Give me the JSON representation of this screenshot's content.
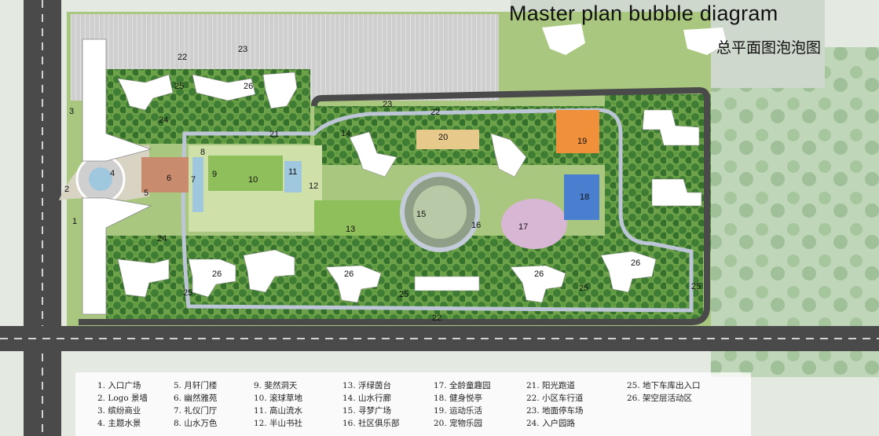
{
  "title_en": "Master plan bubble diagram",
  "title_zh": "总平面图泡泡图",
  "legend_columns": [
    [
      "1. 入口广场",
      "2. Logo 景墙",
      "3. 缤纷商业",
      "4. 主题水景"
    ],
    [
      "5. 月轩门楼",
      "6. 幽然雅苑",
      "7. 礼仪门厅",
      "8. 山水万色"
    ],
    [
      "9. 斐然洞天",
      "10. 滚球草地",
      "11. 高山流水",
      "12. 半山书社"
    ],
    [
      "13. 浮绿茵台",
      "14. 山水行廊",
      "15. 寻梦广场",
      "16. 社区俱乐部"
    ],
    [
      "17. 全龄童趣园",
      "18. 健身悦亭",
      "19. 运动乐活",
      "20. 宠物乐园"
    ],
    [
      "21. 阳光跑道",
      "22. 小区车行道",
      "23. 地面停车场",
      "24. 入户园路"
    ],
    [
      "25. 地下车库出入口",
      "26. 架空层活动区"
    ]
  ],
  "map_labels": [
    "1",
    "2",
    "3",
    "4",
    "5",
    "6",
    "7",
    "8",
    "9",
    "10",
    "11",
    "12",
    "13",
    "14",
    "15",
    "16",
    "17",
    "18",
    "19",
    "20",
    "21",
    "22",
    "22",
    "22",
    "23",
    "23",
    "24",
    "24",
    "25",
    "25",
    "25",
    "25",
    "25",
    "26",
    "26",
    "26",
    "26",
    "26"
  ],
  "colors": {
    "road": "#4a4a4a",
    "lawn": "#8fbf5a",
    "tree": "#3f7d34",
    "building": "#ffffff",
    "water": "#9fc8de",
    "path": "#bcc6d6",
    "sport_orange": "#f0903a",
    "sport_blue": "#4a7fd0",
    "hill": "#a8c9a0"
  }
}
